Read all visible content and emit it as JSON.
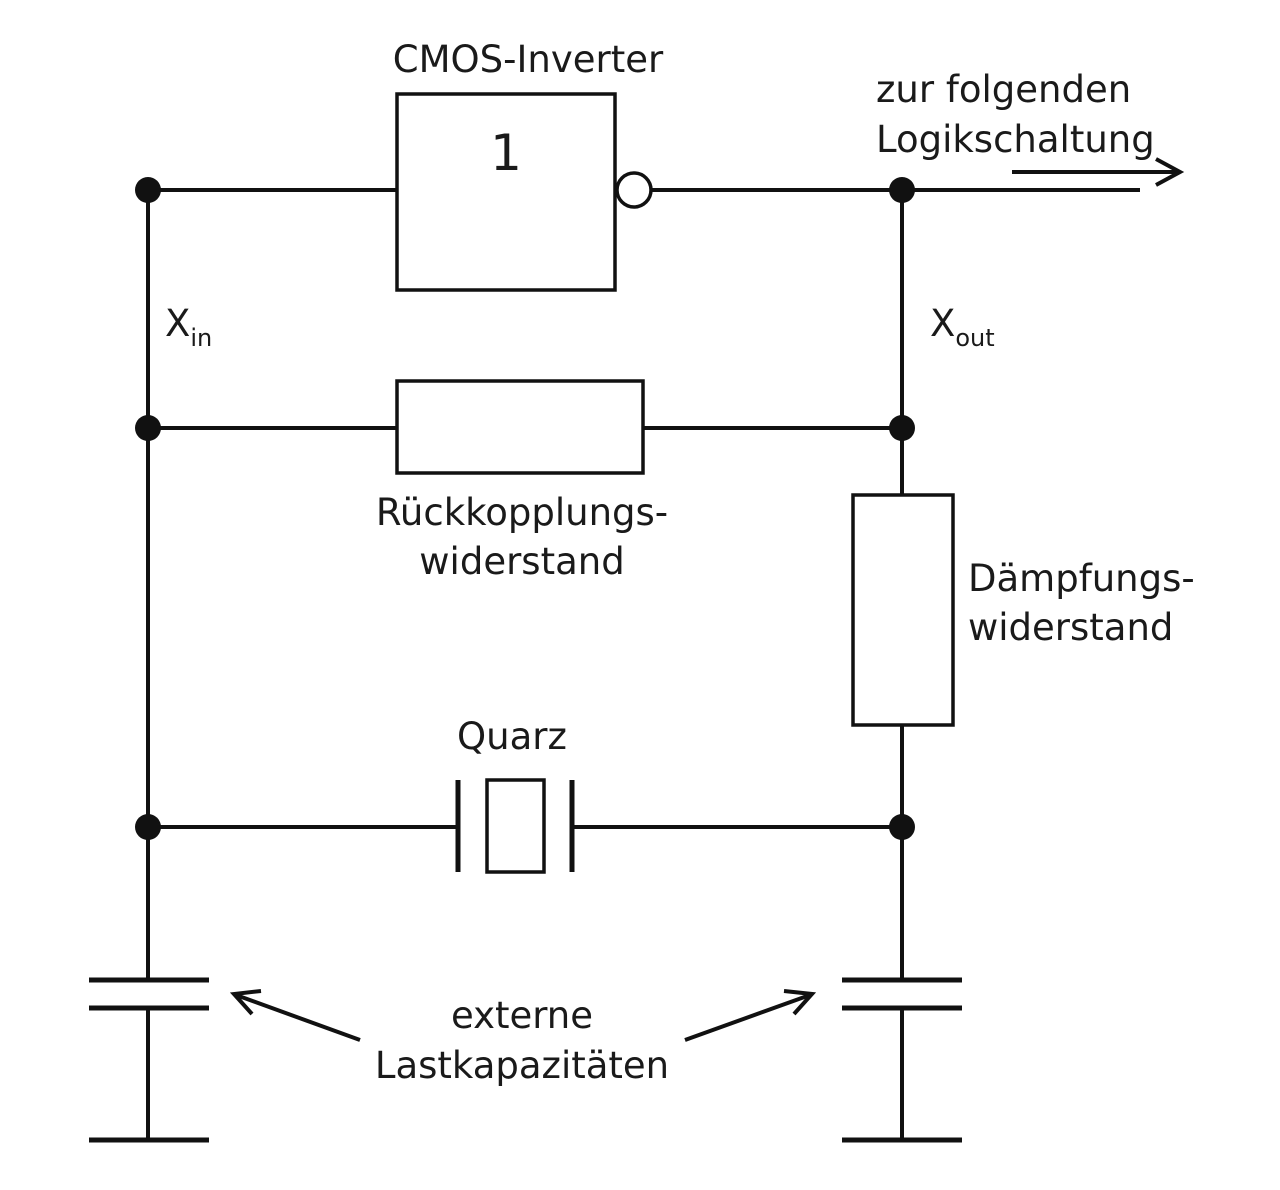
{
  "labels": {
    "inverter_title": "CMOS-Inverter",
    "inverter_symbol": "1",
    "output_line1": "zur folgenden",
    "output_line2": "Logikschaltung",
    "xin_main": "X",
    "xin_sub": "in",
    "xout_main": "X",
    "xout_sub": "out",
    "feedback_line1": "Rückkopplungs-",
    "feedback_line2": "widerstand",
    "damping_line1": "Dämpfungs-",
    "damping_line2": "widerstand",
    "crystal": "Quarz",
    "caps_line1": "externe",
    "caps_line2": "Lastkapazitäten"
  }
}
